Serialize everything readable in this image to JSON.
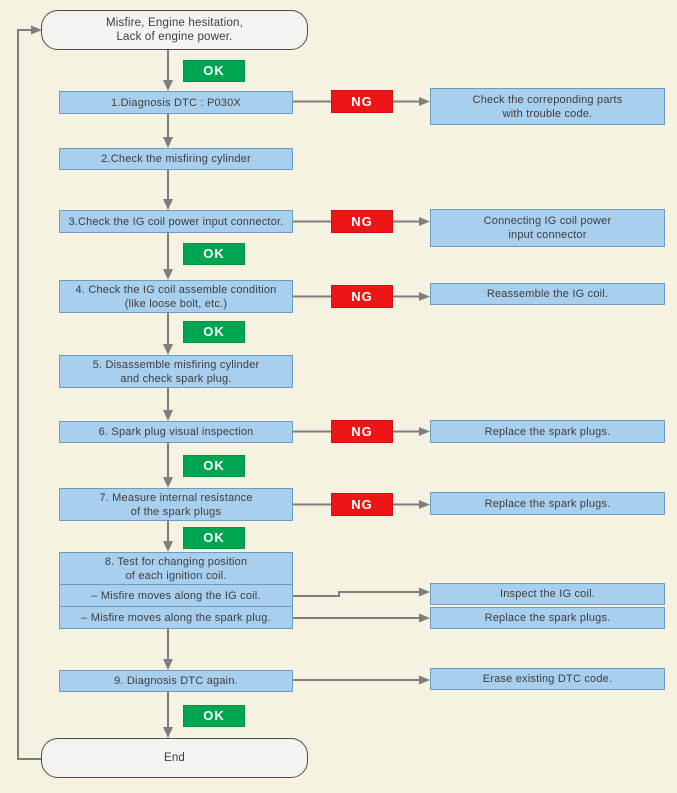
{
  "palette": {
    "background": "#f5f2e2",
    "box_fill": "#a9cfef",
    "box_border": "#6d9cbf",
    "terminal_fill": "#f3f3ef",
    "terminal_border": "#4c4c4c",
    "ok_fill": "#00a551",
    "ng_fill": "#ed1515",
    "badge_text": "#ffffff",
    "line": "#7e7e7e",
    "text": "#3d3d3d"
  },
  "badges": {
    "ok": "OK",
    "ng": "NG"
  },
  "flow": {
    "start": "Misfire, Engine hesitation,\nLack of engine power.",
    "end": "End",
    "steps": [
      {
        "label": "1.Diagnosis DTC : P030X",
        "ng_action": "Check the correponding parts\nwith trouble code."
      },
      {
        "label": "2.Check the misfiring cylinder"
      },
      {
        "label": "3.Check the IG coil power input connector.",
        "ng_action": "Connecting IG coil power\ninput connector"
      },
      {
        "label": "4. Check the IG coil assemble condition\n(like loose bolt, etc.)",
        "ng_action": "Reassemble the IG coil."
      },
      {
        "label": "5. Disassemble misfiring cylinder\nand check spark plug."
      },
      {
        "label": "6. Spark plug visual inspection",
        "ng_action": "Replace the spark plugs."
      },
      {
        "label": "7. Measure internal resistance\nof the spark plugs",
        "ng_action": "Replace the spark plugs."
      },
      {
        "label": "8. Test for changing position\nof each ignition coil.",
        "cases": [
          {
            "label": "– Misfire moves along the IG coil.",
            "action": "Inspect the IG coil."
          },
          {
            "label": "– Misfire moves along the spark plug.",
            "action": "Replace the spark plugs."
          }
        ]
      },
      {
        "label": "9. Diagnosis DTC again.",
        "action": "Erase existing DTC code."
      }
    ]
  }
}
